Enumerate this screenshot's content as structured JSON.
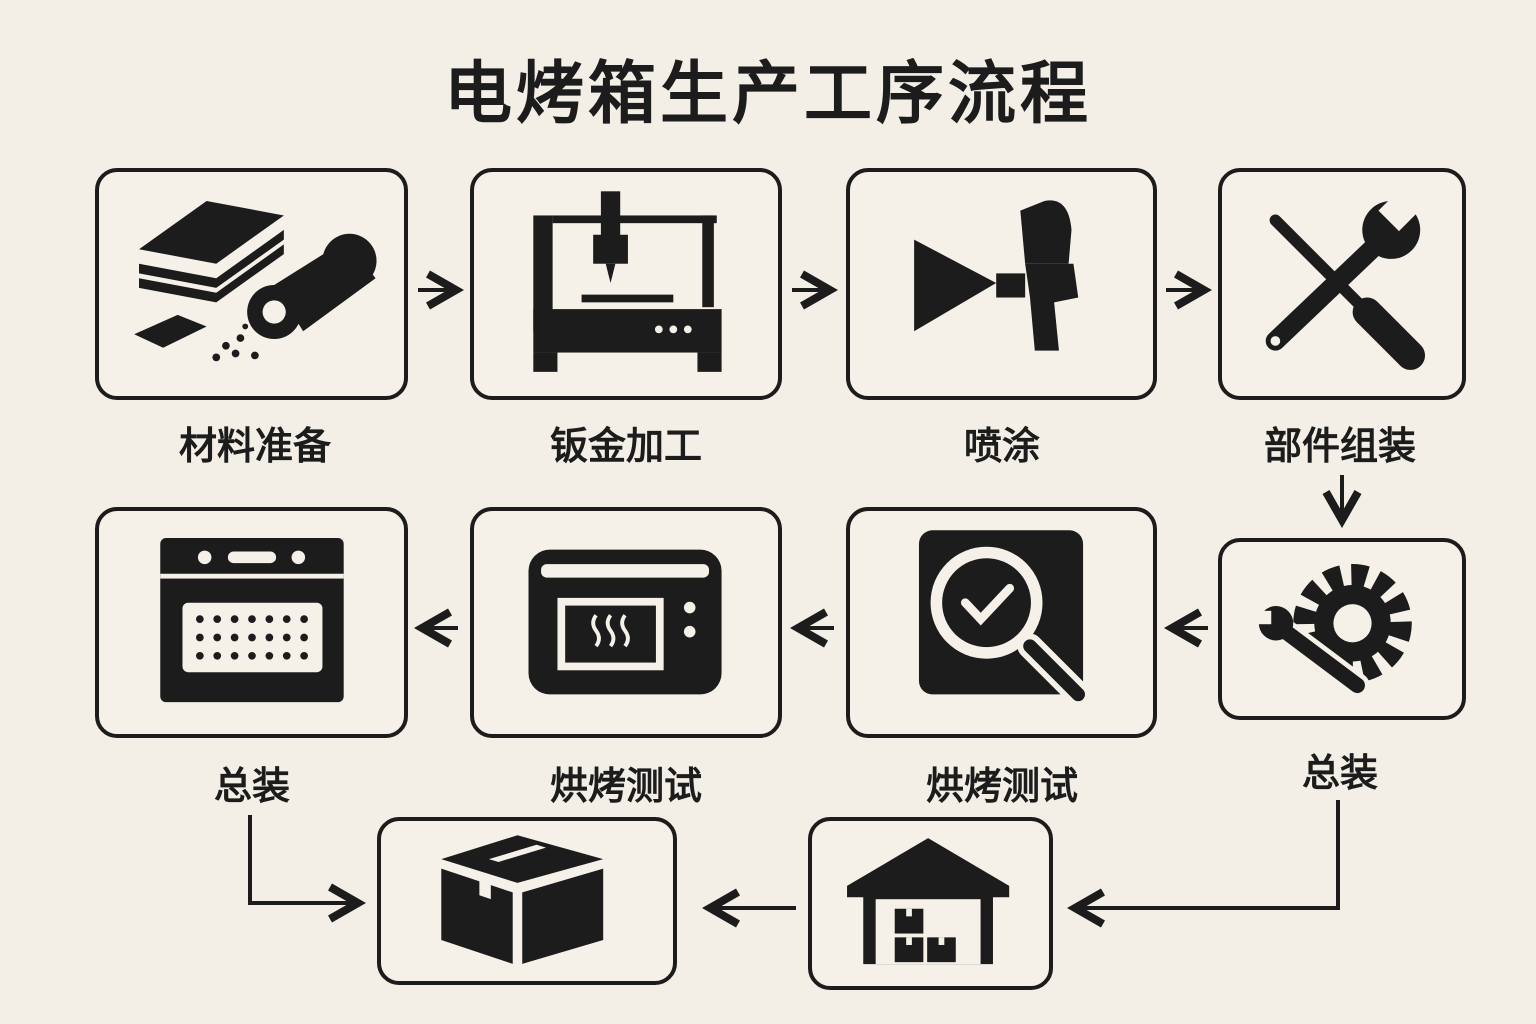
{
  "title": "电烤箱生产工序流程",
  "steps": [
    {
      "label": "材料准备",
      "icon": "materials-icon"
    },
    {
      "label": "钣金加工",
      "icon": "cnc-machine-icon"
    },
    {
      "label": "喷涂",
      "icon": "spray-gun-icon"
    },
    {
      "label": "部件组装",
      "icon": "tools-icon"
    },
    {
      "label": "总装",
      "icon": "gear-wrench-icon"
    },
    {
      "label": "烘烤测试",
      "icon": "inspection-icon"
    },
    {
      "label": "烘烤测试",
      "icon": "oven-test-icon"
    },
    {
      "label": "总装",
      "icon": "oven-icon"
    },
    {
      "label": "",
      "icon": "warehouse-icon"
    },
    {
      "label": "",
      "icon": "package-icon"
    }
  ],
  "colors": {
    "background": "#f3efe6",
    "ink": "#1c1c1c"
  }
}
